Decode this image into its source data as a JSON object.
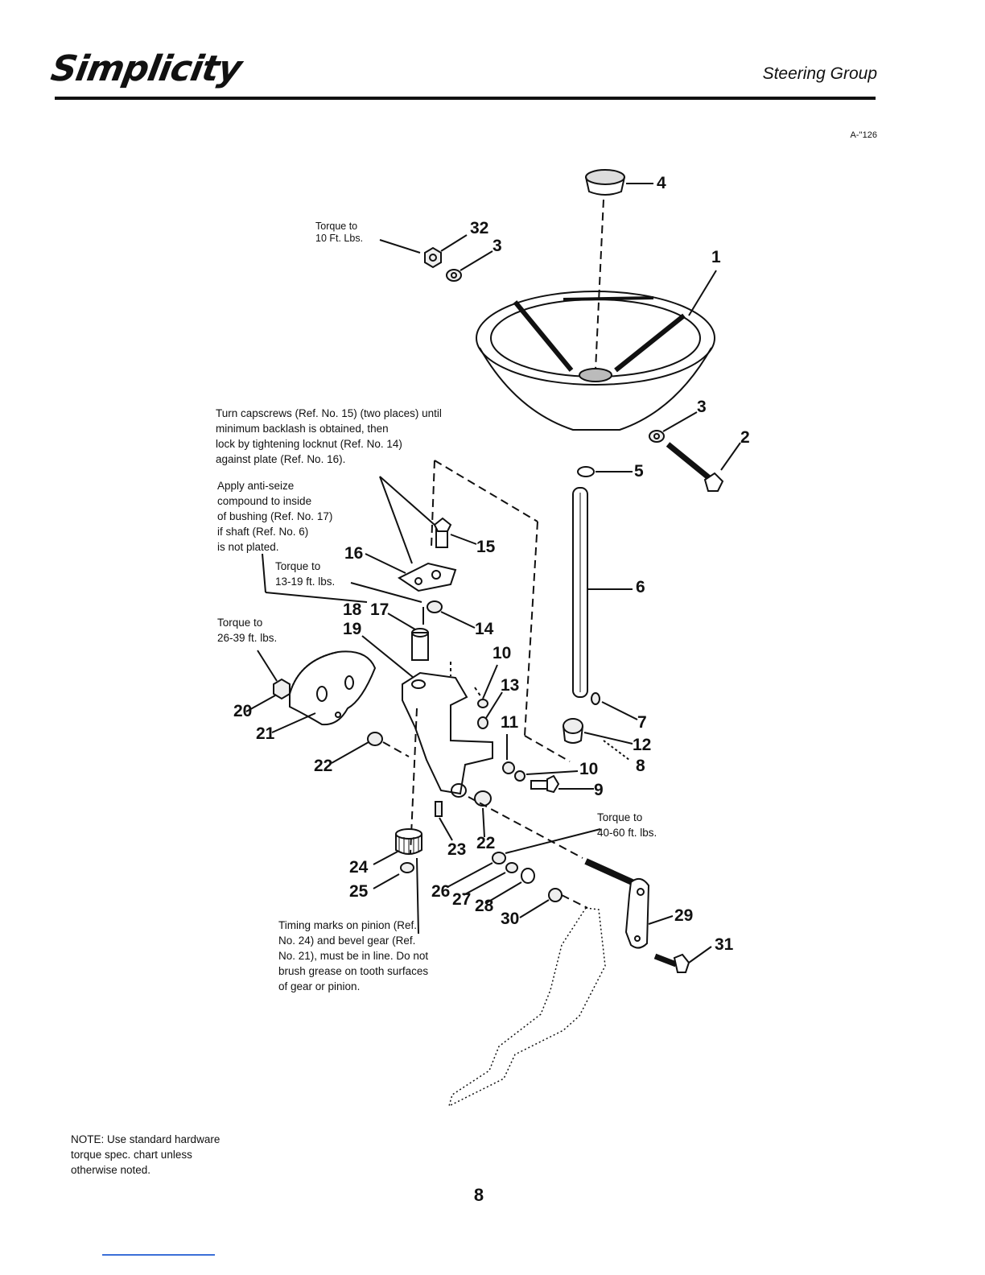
{
  "header": {
    "brand": "Simplicity",
    "section_title": "Steering Group",
    "figure_code": "A-''126"
  },
  "notes": {
    "torque_32": "Torque to\n10 Ft. Lbs.",
    "capscrews": "Turn capscrews (Ref. No. 15) (two places) until\nminimum backlash is obtained, then\nlock by tightening locknut (Ref. No. 14)\nagainst plate (Ref. No. 16).",
    "anti_seize": "Apply anti-seize\ncompound to inside\nof bushing (Ref. No. 17)\nif shaft (Ref. No. 6)\nis not plated.",
    "torque_14": "Torque to\n13-19 ft. lbs.",
    "torque_20": "Torque to\n26-39 ft. lbs.",
    "torque_26": "Torque to\n40-60 ft. lbs.",
    "timing": "Timing marks on pinion (Ref.\nNo. 24) and bevel gear (Ref.\nNo. 21), must be in line. Do not\nbrush grease on tooth surfaces\nof gear or pinion.",
    "footer_note": "NOTE: Use standard hardware\ntorque spec. chart unless\notherwise noted."
  },
  "callouts": [
    "4",
    "32",
    "3",
    "1",
    "3",
    "2",
    "5",
    "15",
    "16",
    "6",
    "18",
    "17",
    "14",
    "19",
    "10",
    "13",
    "7",
    "20",
    "21",
    "11",
    "12",
    "22",
    "8",
    "10",
    "9",
    "23",
    "22",
    "24",
    "25",
    "26",
    "27",
    "28",
    "30",
    "29",
    "31"
  ],
  "page_number": "8",
  "colors": {
    "ink": "#111111",
    "link_line": "#3b6fd8"
  }
}
